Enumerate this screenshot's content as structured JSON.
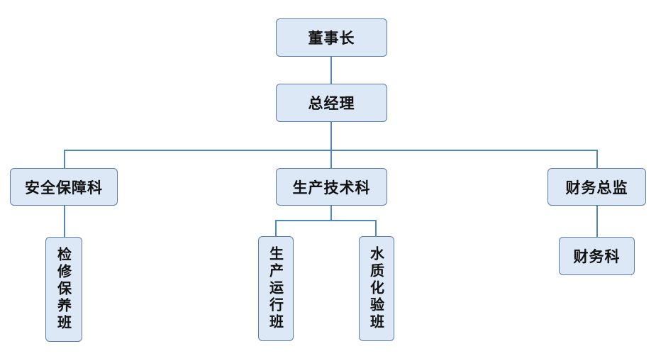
{
  "diagram": {
    "nodes": {
      "chairman": "董事长",
      "general_manager": "总经理",
      "safety_dept": "安全保障科",
      "production_dept": "生产技术科",
      "finance_director": "财务总监",
      "maintenance_team": "检修保养班",
      "operation_team": "生产运行班",
      "water_lab_team": "水质化验班",
      "finance_dept": "财务科"
    },
    "colors": {
      "box_fill": "#dce8f5",
      "box_border": "#5b7fa6",
      "connector": "#4f87b6"
    }
  }
}
